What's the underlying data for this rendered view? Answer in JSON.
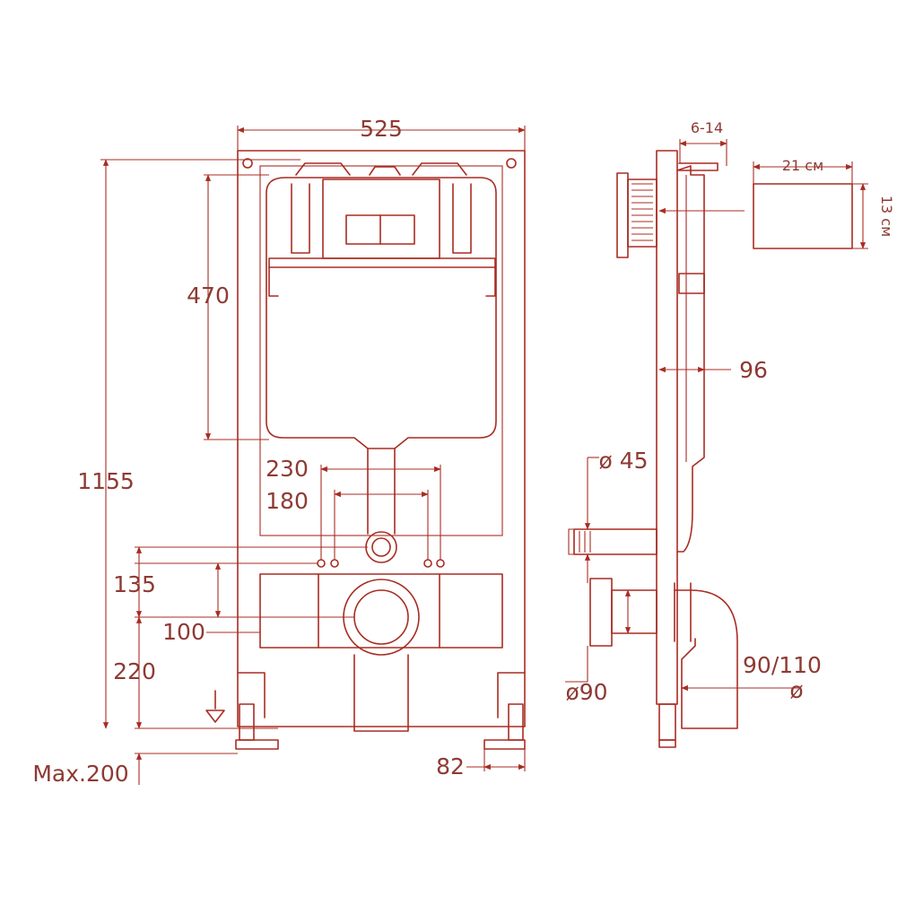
{
  "front_view": {
    "dimensions": {
      "width": "525",
      "height_total": "1155",
      "tank_height": "470",
      "bolt_spacing_outer": "230",
      "bolt_spacing_inner": "180",
      "inlet_offset": "135",
      "outlet_offset": "100",
      "outlet_height": "220",
      "leg_extension": "Max.200",
      "foot_width": "82"
    }
  },
  "side_view": {
    "dimensions": {
      "wall_thickness": "6-14",
      "depth": "96",
      "inlet_diameter": "ø 45",
      "outlet_diameter": "ø90",
      "drain_diameter": "90/110",
      "drain_symbol": "ø"
    },
    "flush_plate": {
      "width": "21 см",
      "height": "13 см"
    }
  },
  "colors": {
    "line": "#a82c22",
    "text": "#8e3a33",
    "background": "#ffffff"
  }
}
